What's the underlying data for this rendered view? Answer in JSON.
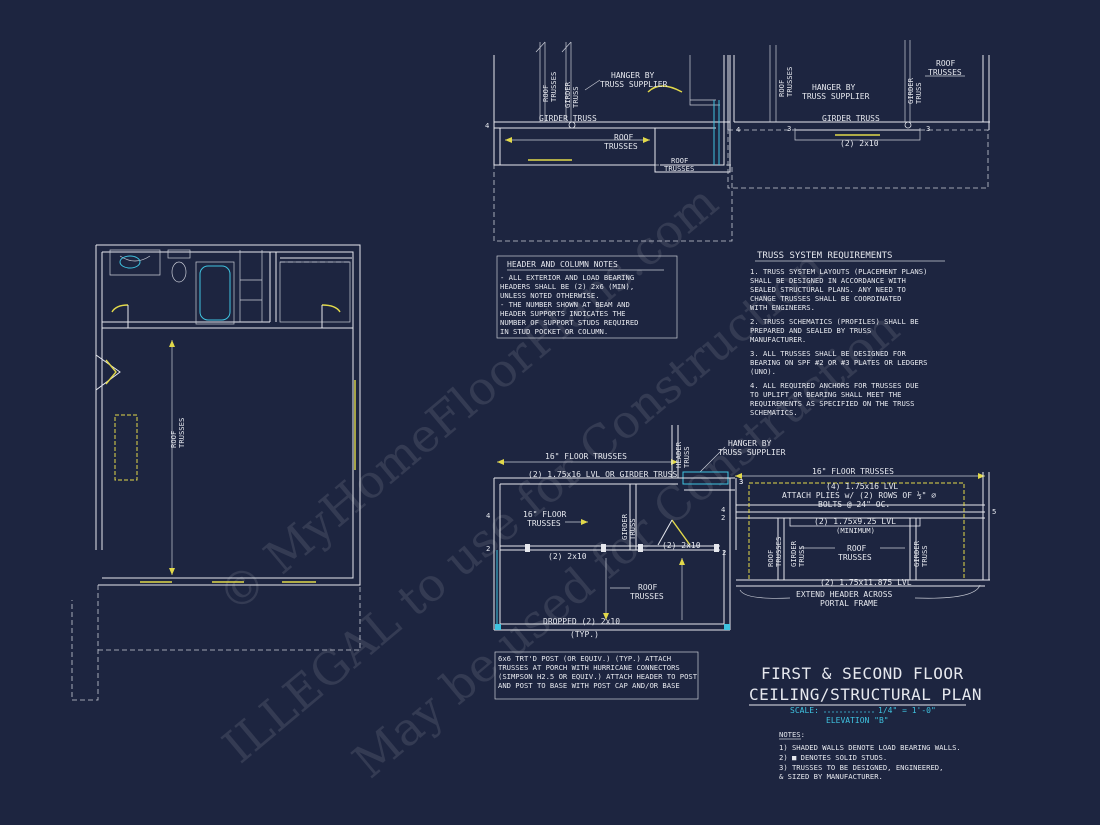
{
  "watermark": {
    "line1": "© MyHomeFloorPlans.com",
    "line2": "ILLEGAL to use for Construction",
    "line3": "May be used for Construction"
  },
  "top_left_detail": {
    "roof_trusses": "ROOF\nTRUSSES",
    "girder_truss_vertical": "GIRDER\nTRUSS",
    "hanger": "HANGER BY\nTRUSS SUPPLIER",
    "girder_truss": "GIRDER TRUSS",
    "roof_trusses_mid": "ROOF\nTRUSSES",
    "roof_trusses_small": "ROOF\nTRUSSES",
    "tag": "4"
  },
  "top_right_detail": {
    "roof_trusses": "ROOF\nTRUSSES",
    "hanger": "HANGER BY\nTRUSS SUPPLIER",
    "girder_truss_vertical": "GIRDER\nTRUSS",
    "roof_trusses_right": "ROOF\nTRUSSES",
    "girder_truss": "GIRDER TRUSS",
    "beam": "(2) 2x10",
    "tag_left": "4",
    "tag_3a": "3",
    "tag_3b": "3"
  },
  "left_plan": {
    "roof_trusses": "ROOF\nTRUSSES"
  },
  "header_notes": {
    "title": "HEADER AND COLUMN NOTES",
    "lines": [
      "- ALL EXTERIOR AND LOAD BEARING",
      "HEADERS SHALL BE (2) 2x6 (MIN),",
      "UNLESS NOTED OTHERWISE.",
      "- THE NUMBER SHOWN AT BEAM AND",
      "HEADER SUPPORTS INDICATES THE",
      "NUMBER OF SUPPORT STUDS REQUIRED",
      "IN STUD POCKET OR COLUMN."
    ]
  },
  "truss_requirements": {
    "title": "TRUSS SYSTEM REQUIREMENTS",
    "lines": [
      "1. TRUSS SYSTEM LAYOUTS (PLACEMENT PLANS)",
      "SHALL BE DESIGNED IN ACCORDANCE WITH",
      "SEALED STRUCTURAL PLANS. ANY NEED TO",
      "CHANGE TRUSSES SHALL BE COORDINATED",
      "WITH  ENGINEERS.",
      "",
      "2. TRUSS SCHEMATICS (PROFILES) SHALL BE",
      "PREPARED AND SEALED BY TRUSS",
      "MANUFACTURER.",
      "",
      "3. ALL TRUSSES SHALL BE DESIGNED FOR",
      "BEARING ON SPF #2 OR #3 PLATES OR LEDGERS",
      "(UNO).",
      "",
      "4. ALL REQUIRED ANCHORS FOR TRUSSES DUE",
      "TO UPLIFT OR BEARING SHALL MEET THE",
      "REQUIREMENTS AS SPECIFIED ON THE TRUSS",
      "SCHEMATICS."
    ]
  },
  "mid_plan": {
    "floor_trusses_top": "16\" FLOOR TRUSSES",
    "header_vertical": "HEADER\nTRUSS",
    "hanger": "HANGER BY\nTRUSS SUPPLIER",
    "lvl_girder": "(2) 1.75x16 LVL OR GIRDER TRUSS",
    "floor_trusses_left": "16\" FLOOR\nTRUSSES",
    "girder_truss_v": "GIRDER\nTRUSS",
    "beam_left": "(2) 2x10",
    "beam_mid": "(2) 2x10",
    "roof_trusses": "ROOF\nTRUSSES",
    "dropped": "DROPPED (2) 2x10",
    "typ": "(TYP.)",
    "tag_3": "3",
    "tag_4": "4",
    "tag_2a": "2",
    "tag_2b": "2"
  },
  "right_plan": {
    "floor_trusses": "16\" FLOOR TRUSSES",
    "lvl_top": "(4) 1.75x16 LVL",
    "attach_plies": "ATTACH PLIES w/ (2) ROWS OF ½\" ⌀",
    "bolts": "BOLTS @ 24\" OC.",
    "lvl_inner": "(2) 1.75x9.25 LVL",
    "minimum": "(MINIMUM)",
    "roof_trusses_l": "ROOF\nTRUSSES",
    "girder_l": "GIRDER\nTRUSS",
    "roof_trusses_c": "ROOF\nTRUSSES",
    "girder_r": "GIRDER\nTRUSS",
    "lvl_bottom": "(2) 1.75x11.875 LVL",
    "extend_header": "EXTEND HEADER ACROSS",
    "portal_frame": "PORTAL FRAME",
    "tag_3": "3",
    "tag_4": "4",
    "tag_2": "2",
    "tag_5": "5"
  },
  "post_note": {
    "lines": [
      "6x6 TRT'D POST (OR EQUIV.) (TYP.) ATTACH",
      "TRUSSES AT PORCH WITH HURRICANE CONNECTORS",
      "(SIMPSON H2.5 OR EQUIV.) ATTACH HEADER TO POST",
      "AND POST TO BASE WITH POST CAP AND/OR BASE"
    ]
  },
  "title_block": {
    "line1": "FIRST & SECOND FLOOR",
    "line2": "CEILING/STRUCTURAL PLAN",
    "scale_label": "SCALE:",
    "scale_value": "1/4\" = 1'-0\"",
    "elevation": "ELEVATION \"B\""
  },
  "notes": {
    "title": "NOTES:",
    "lines": [
      "1) SHADED WALLS DENOTE LOAD BEARING WALLS.",
      "2) ■ DENOTES SOLID STUDS.",
      "3) TRUSSES TO BE DESIGNED, ENGINEERED,",
      "   & SIZED BY MANUFACTURER."
    ]
  },
  "colors": {
    "background": "#1d2540",
    "line": "#e6e8ee",
    "accent_cyan": "#3fc3e0",
    "accent_yellow": "#e2d94a"
  }
}
